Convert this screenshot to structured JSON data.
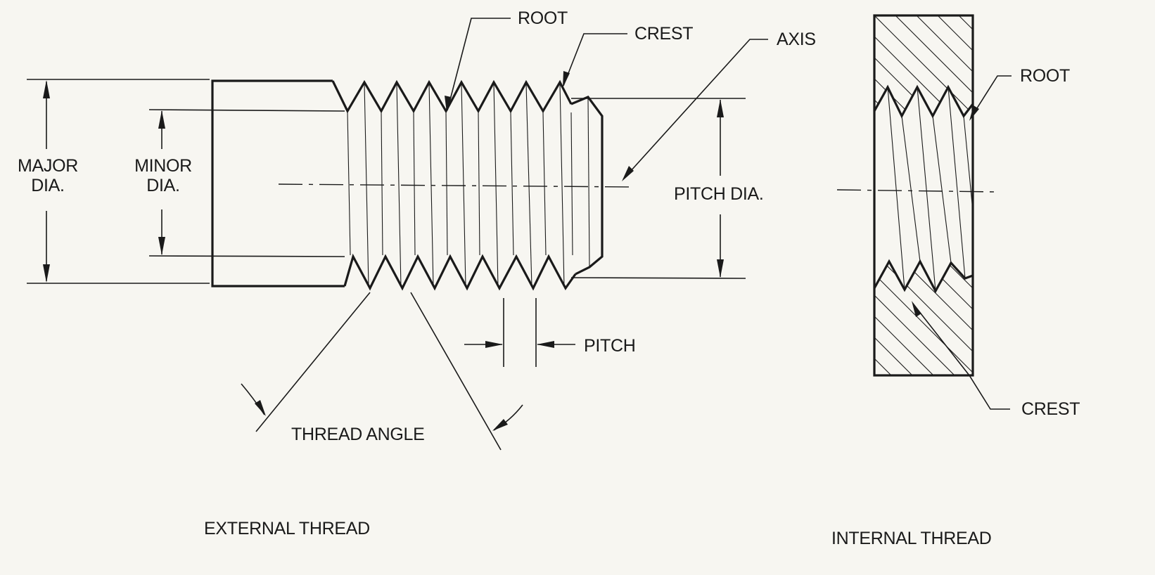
{
  "external": {
    "caption": "EXTERNAL THREAD",
    "major_dia": [
      "MAJOR",
      "DIA."
    ],
    "minor_dia": [
      "MINOR",
      "DIA."
    ],
    "root": "ROOT",
    "crest": "CREST",
    "axis": "AXIS",
    "pitch_dia": "PITCH DIA.",
    "pitch": "PITCH",
    "thread_angle": "THREAD ANGLE"
  },
  "internal": {
    "caption": "INTERNAL THREAD",
    "root": "ROOT",
    "crest": "CREST"
  }
}
